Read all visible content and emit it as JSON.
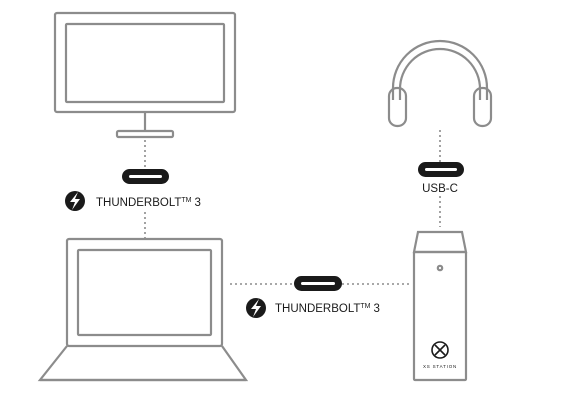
{
  "labels": {
    "thunderbolt_top": "THUNDERBOLT",
    "thunderbolt_top_tm": "TM",
    "thunderbolt_top_version": "3",
    "usb_c": "USB-C",
    "thunderbolt_mid": "THUNDERBOLT",
    "thunderbolt_mid_tm": "TM",
    "thunderbolt_mid_version": "3",
    "dock_brand": "XS STATION"
  },
  "icons": {
    "monitor": "monitor-icon",
    "headphones": "headphones-icon",
    "laptop": "laptop-icon",
    "dock": "dock-station-icon",
    "connector": "usb-c-connector-icon",
    "thunderbolt": "thunderbolt-bolt-icon"
  },
  "colors": {
    "stroke": "#8c8c8c",
    "dark": "#1a1a1a",
    "white": "#ffffff"
  }
}
